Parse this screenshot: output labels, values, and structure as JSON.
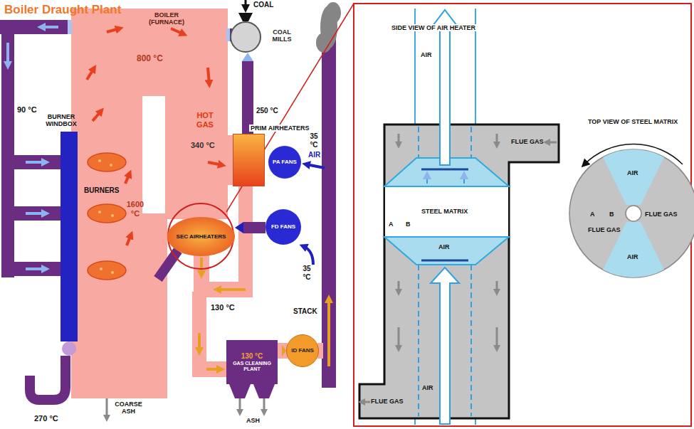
{
  "diagram": {
    "title": "Boiler Draught Plant",
    "nodes": [
      {
        "text": [
          "BOILER (FURNACE)"
        ]
      },
      {
        "text": [
          "COAL MILLS"
        ]
      },
      {
        "text": [
          "BURNER WINDBOX"
        ]
      },
      {
        "text": [
          "PRIM AIRHEATERS"
        ]
      },
      {
        "text": [
          "PA FANS"
        ]
      },
      {
        "text": [
          "SEC AIRHEATERS"
        ]
      },
      {
        "text": [
          "FD FANS"
        ]
      },
      {
        "text": [
          "130 °C",
          "GAS CLEANING PLANT"
        ]
      },
      {
        "text": [
          "ID FANS"
        ]
      }
    ],
    "edges": [
      {
        "from": 3,
        "to": 1,
        "arrow": "to"
      },
      {
        "from": 6,
        "to": 5,
        "arrow": "to"
      },
      {
        "from": 7,
        "to": 8,
        "arrow": "to"
      }
    ],
    "labels": [
      "COAL",
      "800 °C",
      "90 °C",
      "250 °C",
      "HOT GAS",
      "340 °C",
      "35 °C",
      "AIR",
      "BURNERS",
      "1600 °C",
      "35 °C",
      "130 °C",
      "STACK",
      "270 °C",
      "COARSE ASH",
      "ASH",
      "SIDE VIEW OF AIR HEATER",
      "AIR",
      "FLUE GAS",
      "STEEL MATRIX",
      "A",
      "B",
      "AIR",
      "FLUE GAS",
      "AIR",
      "TOP VIEW OF STEEL MATRIX",
      "AIR",
      "A",
      "B",
      "FLUE GAS",
      "FLUE GAS",
      "AIR"
    ]
  }
}
